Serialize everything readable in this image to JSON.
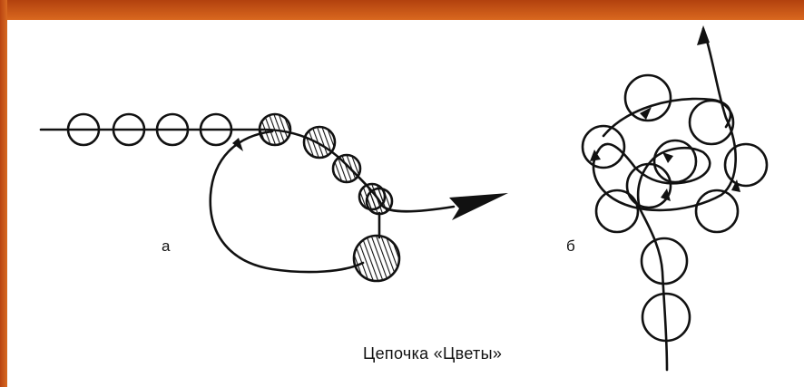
{
  "figure": {
    "label_a": "а",
    "label_b": "б",
    "caption": "Цепочка «Цветы»"
  },
  "colors": {
    "frame_accent": "#c8561a",
    "ink": "#111111"
  }
}
